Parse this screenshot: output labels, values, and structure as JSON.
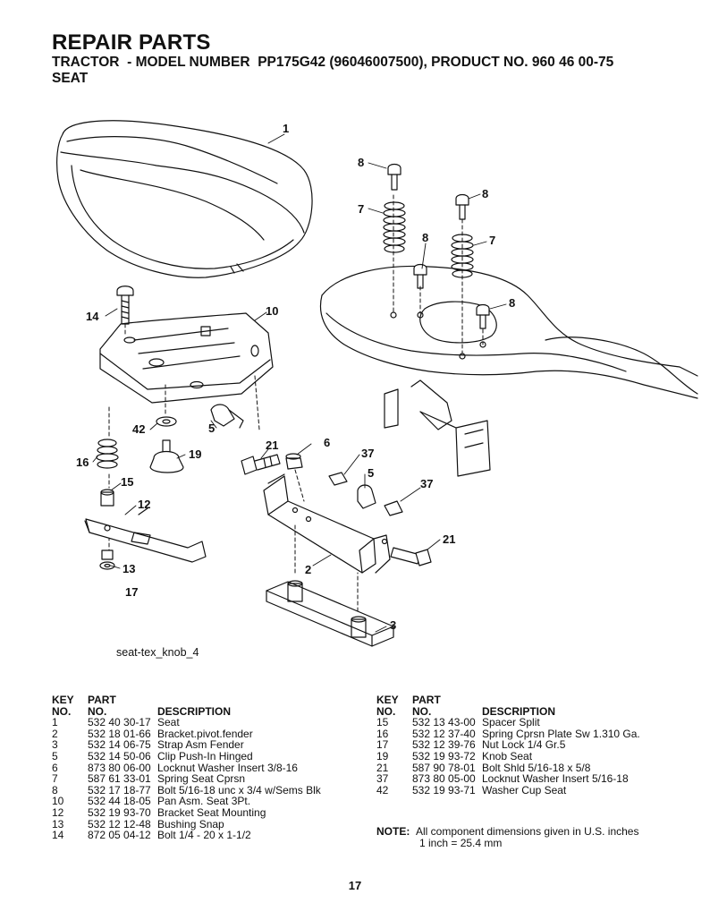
{
  "header": {
    "title": "REPAIR PARTS",
    "subtitle": "TRACTOR  - MODEL NUMBER  PP175G42 (96046007500), PRODUCT NO. 960 46 00-75",
    "section": "SEAT"
  },
  "diagram": {
    "caption": "seat-tex_knob_4",
    "callouts": [
      "1",
      "8",
      "7",
      "8",
      "8",
      "7",
      "8",
      "10",
      "14",
      "42",
      "5",
      "16",
      "19",
      "21",
      "6",
      "37",
      "15",
      "12",
      "5",
      "37",
      "21",
      "13",
      "17",
      "2",
      "3"
    ]
  },
  "parts_table": {
    "header_row1": [
      "KEY",
      "PART",
      ""
    ],
    "header_row2": [
      "NO.",
      "NO.",
      "DESCRIPTION"
    ],
    "left": [
      {
        "key": "1",
        "part": "532 40 30-17",
        "desc": "Seat"
      },
      {
        "key": "2",
        "part": "532 18 01-66",
        "desc": "Bracket.pivot.fender"
      },
      {
        "key": "3",
        "part": "532 14 06-75",
        "desc": "Strap Asm Fender"
      },
      {
        "key": "5",
        "part": "532 14 50-06",
        "desc": "Clip Push-In Hinged"
      },
      {
        "key": "6",
        "part": "873 80 06-00",
        "desc": "Locknut Washer Insert 3/8-16"
      },
      {
        "key": "7",
        "part": "587 61 33-01",
        "desc": "Spring Seat Cprsn"
      },
      {
        "key": "8",
        "part": "532 17 18-77",
        "desc": "Bolt 5/16-18 unc x 3/4 w/Sems Blk"
      },
      {
        "key": "10",
        "part": "532 44 18-05",
        "desc": "Pan Asm. Seat 3Pt."
      },
      {
        "key": "12",
        "part": "532 19 93-70",
        "desc": "Bracket Seat Mounting"
      },
      {
        "key": "13",
        "part": "532 12 12-48",
        "desc": "Bushing Snap"
      },
      {
        "key": "14",
        "part": "872 05 04-12",
        "desc": "Bolt 1/4 - 20 x 1-1/2"
      }
    ],
    "right": [
      {
        "key": "15",
        "part": "532 13 43-00",
        "desc": "Spacer Split"
      },
      {
        "key": "16",
        "part": "532 12 37-40",
        "desc": "Spring Cprsn Plate Sw 1.310 Ga."
      },
      {
        "key": "17",
        "part": "532 12 39-76",
        "desc": "Nut Lock 1/4 Gr.5"
      },
      {
        "key": "19",
        "part": "532 19 93-72",
        "desc": "Knob Seat"
      },
      {
        "key": "21",
        "part": "587 90 78-01",
        "desc": "Bolt Shld 5/16-18 x 5/8"
      },
      {
        "key": "37",
        "part": "873 80 05-00",
        "desc": "Locknut Washer Insert 5/16-18"
      },
      {
        "key": "42",
        "part": "532 19 93-71",
        "desc": "Washer Cup Seat"
      }
    ]
  },
  "note": {
    "label": "NOTE:",
    "line1": "All component dimensions given in U.S. inches",
    "line2": "1 inch = 25.4 mm"
  },
  "page_number": "17"
}
